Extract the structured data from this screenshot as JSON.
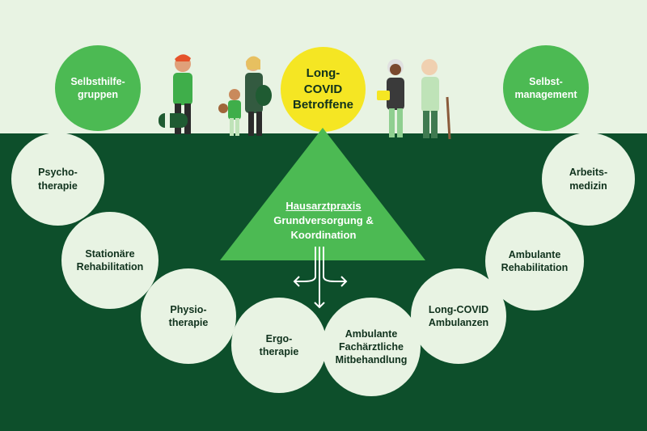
{
  "colors": {
    "background_top": "#e8f3e3",
    "background_bottom": "#0d4f2b",
    "accent_green": "#4cba53",
    "highlight_yellow": "#f5e623",
    "node_light": "#e8f3e3"
  },
  "center": {
    "patient": "Long-\nCOVID\nBetroffene",
    "hub_title": "Hausarztpraxis",
    "hub_line1": "Grundversorgung &",
    "hub_line2": "Koordination"
  },
  "top_nodes": {
    "left": "Selbsthilfe-\ngruppen",
    "right": "Selbst-\nmanagement"
  },
  "arc_nodes": [
    "Psycho-\ntherapie",
    "Stationäre\nRehabilitation",
    "Physio-\ntherapie",
    "Ergo-\ntherapie",
    "Ambulante\nFachärztliche\nMitbehandlung",
    "Long-COVID\nAmbulanzen",
    "Ambulante\nRehabilitation",
    "Arbeits-\nmedizin"
  ],
  "icons": {
    "figures": "people-illustration-icon",
    "arrows": "distribution-arrows-icon"
  }
}
